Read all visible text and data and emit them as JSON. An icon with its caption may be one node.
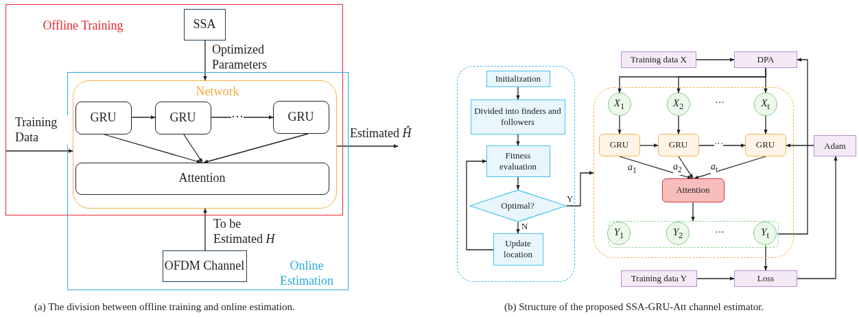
{
  "diagram": {
    "nodes": [
      {
        "text": [
          "Offline Training"
        ]
      },
      {
        "text": [
          "SSA"
        ],
        "in": 0
      },
      {
        "text": [
          "Online Estimation"
        ]
      },
      {
        "text": [
          "Network"
        ]
      },
      {
        "text": [
          "GRU"
        ],
        "in": 3
      },
      {
        "text": [
          "GRU"
        ],
        "in": 3
      },
      {
        "text": [
          "GRU"
        ],
        "in": 3
      },
      {
        "text": [
          "Attention"
        ],
        "in": 3
      },
      {
        "text": [
          "OFDM Channel"
        ],
        "in": 2
      },
      {
        "text": [],
        "shape": "box"
      },
      {
        "text": [
          "Initialization"
        ],
        "in": 9
      },
      {
        "text": [
          "Divided into finders and followers"
        ],
        "in": 9
      },
      {
        "text": [
          "Fitness evaluation"
        ],
        "in": 9
      },
      {
        "text": [
          "Optimal?"
        ],
        "in": 9
      },
      {
        "text": [
          "Update location"
        ],
        "in": 9
      },
      {
        "text": [
          "Training data X"
        ]
      },
      {
        "text": [
          "DPA"
        ]
      },
      {
        "text": [],
        "shape": "box"
      },
      {
        "text": [
          "*X*$_{1}$"
        ],
        "in": 17
      },
      {
        "text": [
          "*X*$_{2}$"
        ],
        "in": 17
      },
      {
        "text": [
          "*X*$_{t}$"
        ],
        "in": 17
      },
      {
        "text": [
          "GRU"
        ],
        "in": 17
      },
      {
        "text": [
          "GRU"
        ],
        "in": 17
      },
      {
        "text": [
          "GRU"
        ],
        "in": 17
      },
      {
        "text": [
          "Attention"
        ],
        "in": 17
      },
      {
        "text": [],
        "shape": "box",
        "in": 17
      },
      {
        "text": [
          "*Y*$_{1}$"
        ],
        "in": 25
      },
      {
        "text": [
          "*Y*$_{2}$"
        ],
        "in": 25
      },
      {
        "text": [
          "*Y*$_{t}$"
        ],
        "in": 25
      },
      {
        "text": [
          "Adam"
        ]
      },
      {
        "text": [
          "Training data Y"
        ]
      },
      {
        "text": [
          "Loss"
        ]
      }
    ],
    "edges": [
      {
        "from": 1,
        "to": 3,
        "arrow": "to",
        "label": "Optimized Parameters"
      },
      {
        "from": 0,
        "to": 3,
        "arrow": "to",
        "label": "Training Data"
      },
      {
        "from": 4,
        "to": 5,
        "arrow": "to"
      },
      {
        "from": 5,
        "to": 6,
        "arrow": "to",
        "label": "···"
      },
      {
        "from": 4,
        "to": 7,
        "arrow": "to"
      },
      {
        "from": 5,
        "to": 7,
        "arrow": "to"
      },
      {
        "from": 6,
        "to": 7,
        "arrow": "to"
      },
      {
        "from": 3,
        "to": null,
        "arrow": "to",
        "label": "Estimated *Ĥ*"
      },
      {
        "from": 8,
        "to": 3,
        "arrow": "to",
        "label": "To be Estimated *H*"
      },
      {
        "from": 10,
        "to": 11,
        "arrow": "to"
      },
      {
        "from": 11,
        "to": 12,
        "arrow": "to"
      },
      {
        "from": 12,
        "to": 13,
        "arrow": "to"
      },
      {
        "from": 13,
        "to": 14,
        "arrow": "to",
        "label": "N"
      },
      {
        "from": 14,
        "to": 12,
        "arrow": "to"
      },
      {
        "from": 13,
        "to": 17,
        "arrow": "to",
        "label": "Y"
      },
      {
        "from": 15,
        "to": 16,
        "arrow": "to"
      },
      {
        "from": 16,
        "to": 18,
        "arrow": "to"
      },
      {
        "from": 16,
        "to": 19,
        "arrow": "to"
      },
      {
        "from": 16,
        "to": 20,
        "arrow": "to"
      },
      {
        "from": 18,
        "to": 21,
        "arrow": "to"
      },
      {
        "from": 19,
        "to": 22,
        "arrow": "to"
      },
      {
        "from": 20,
        "to": 23,
        "arrow": "to"
      },
      {
        "from": 21,
        "to": 22,
        "arrow": "to"
      },
      {
        "from": 22,
        "to": 23,
        "arrow": "to",
        "label": "···"
      },
      {
        "from": 21,
        "to": 24,
        "arrow": "to",
        "label": "*a*$_{1}$"
      },
      {
        "from": 22,
        "to": 24,
        "arrow": "to",
        "label": "*a*$_{2}$"
      },
      {
        "from": 23,
        "to": 24,
        "arrow": "to",
        "label": "*a*$_{t}$"
      },
      {
        "from": 24,
        "to": 25,
        "arrow": "to"
      },
      {
        "from": 28,
        "to": 16,
        "arrow": "to"
      },
      {
        "from": 28,
        "to": 31,
        "arrow": "to"
      },
      {
        "from": 30,
        "to": 31,
        "arrow": "to"
      },
      {
        "from": 31,
        "to": 29,
        "arrow": "to"
      },
      {
        "from": 29,
        "to": 23,
        "arrow": "to"
      }
    ],
    "labels": [
      "···",
      "···",
      "(a) The division between offline training and online estimation.",
      "(b) Structure of the proposed SSA-GRU-Att channel estimator."
    ]
  }
}
